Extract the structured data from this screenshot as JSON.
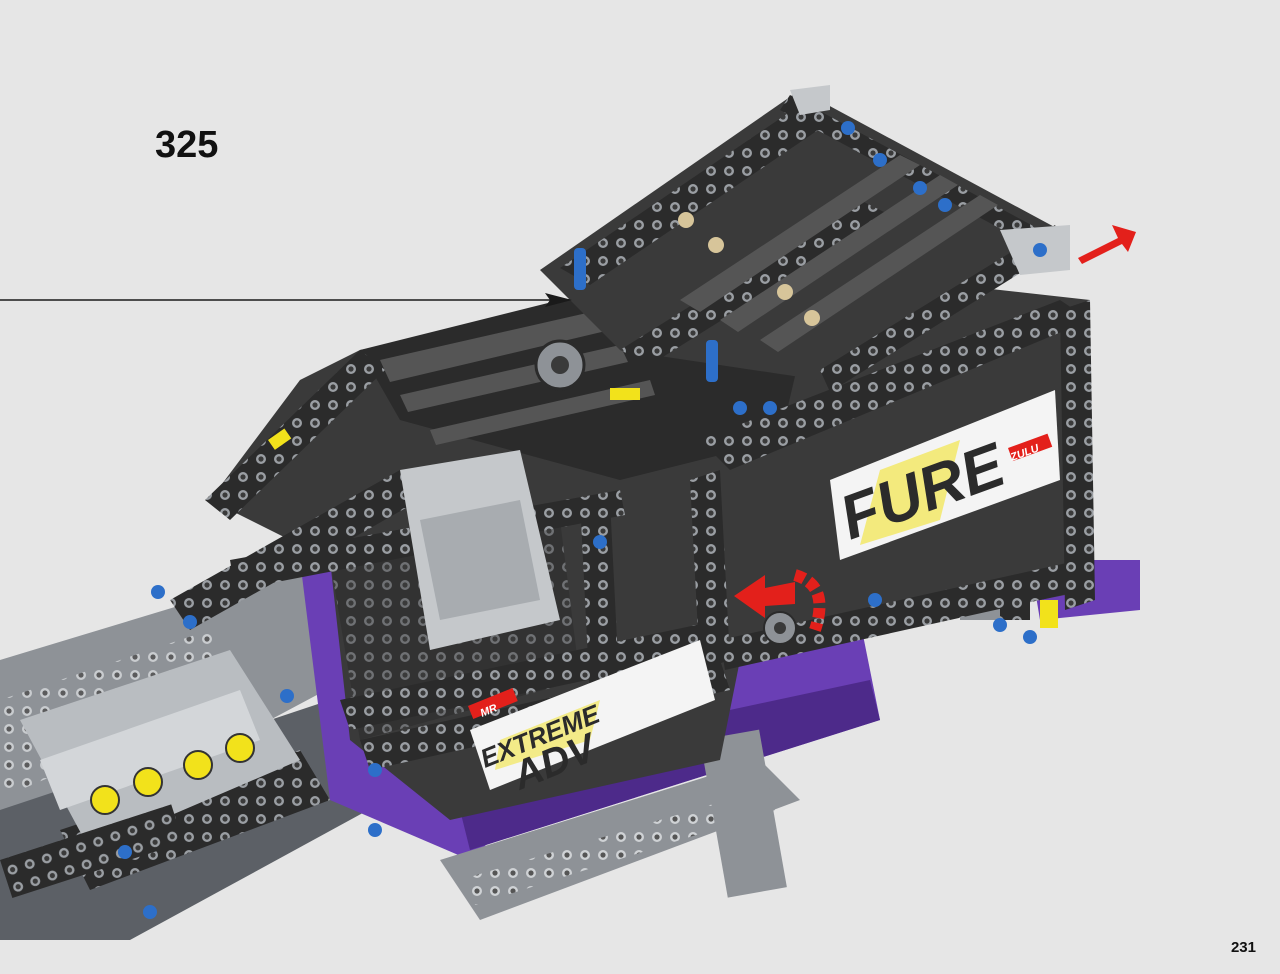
{
  "page": {
    "step_number": "325",
    "page_number": "231"
  },
  "decals": {
    "side_right": "FURE",
    "side_front_top": "EXTREME",
    "side_front_bottom": "ADV",
    "badge_zulu": "ZULU",
    "badge_mr": "MR"
  },
  "colors": {
    "background": "#e6e6e6",
    "frame_black": "#2b2b2b",
    "beam_grey": "#8e9297",
    "light_grey": "#c5c8cb",
    "purple": "#6a3fb5",
    "pin_blue": "#2d6fc9",
    "yellow": "#f2e21b",
    "arrow_red": "#e3201b",
    "tan": "#d7c59a"
  },
  "icons": [
    "rotate-arrow-icon",
    "push-arrow-icon",
    "callout-arrow-icon"
  ]
}
